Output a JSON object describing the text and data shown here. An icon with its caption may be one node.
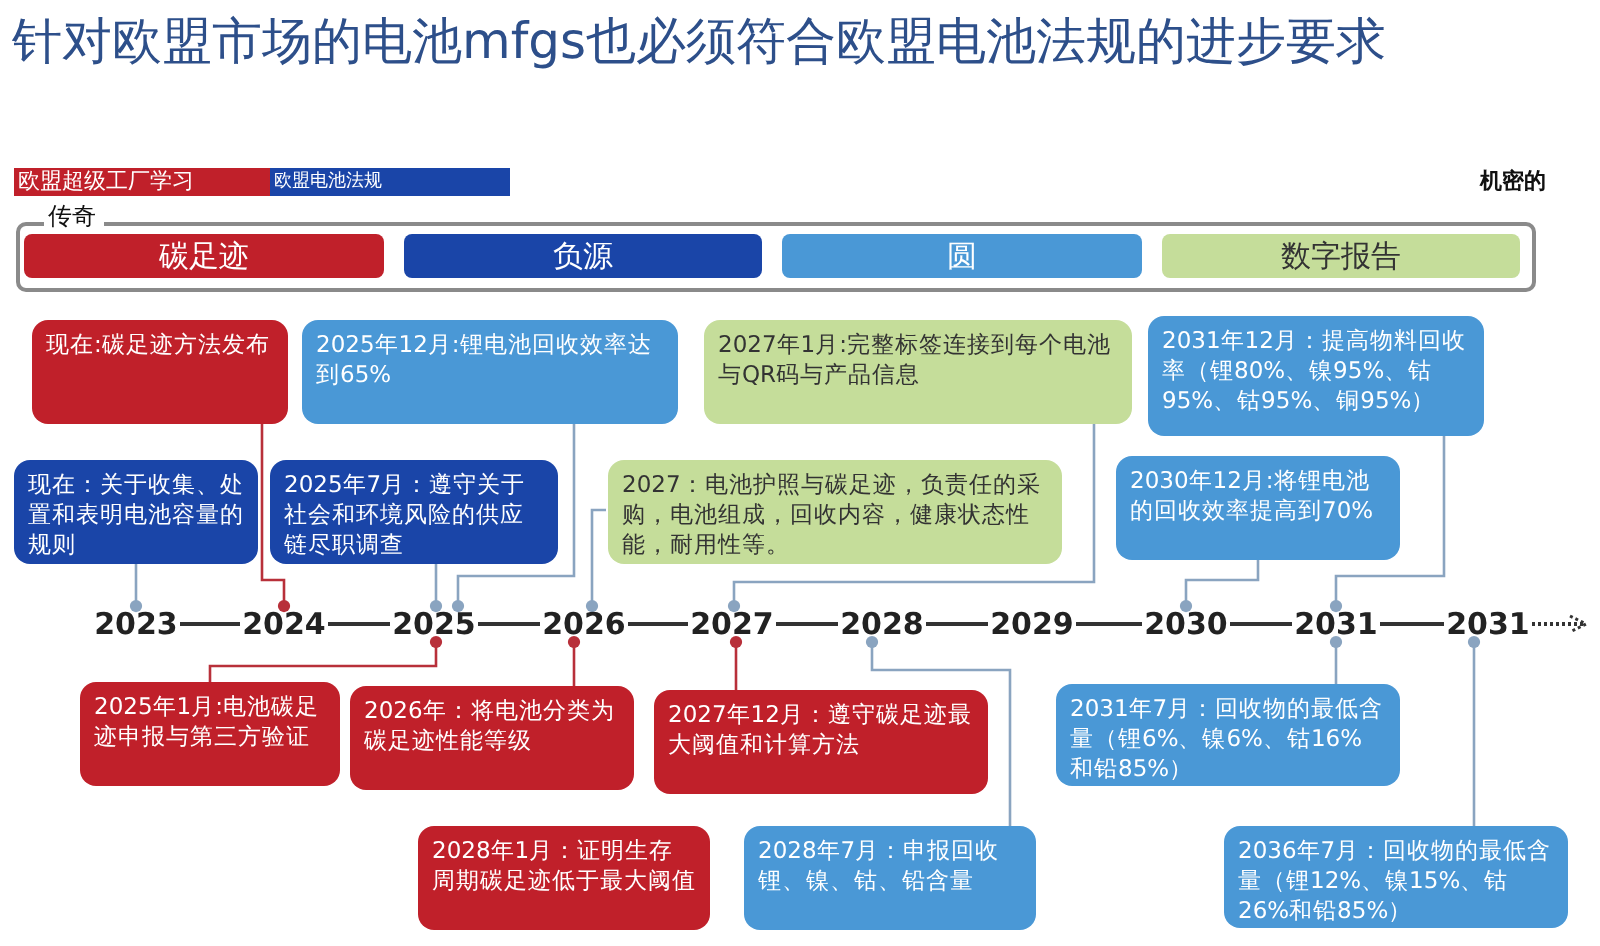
{
  "diagram": {
    "title": "针对欧盟市场的电池mfgs也必须符合欧盟电池法规的进步要求",
    "nodes": [
      {
        "text": [
          "现在:碳足迹方法发布"
        ]
      },
      {
        "text": [
          "2025年12月:锂电池回收效率达到65%"
        ]
      },
      {
        "text": [
          "2027年1月:完整标签连接到每个电池与QR码与产品信息"
        ]
      },
      {
        "text": [
          "2031年12月：提高物料回收率（锂80%、镍95%、钴95%、钴95%、铜95%）"
        ]
      },
      {
        "text": [
          "现在：关于收集、处置和表明电池容量的规则"
        ]
      },
      {
        "text": [
          "2025年7月：遵守关于社会和环境风险的供应链尽职调查"
        ]
      },
      {
        "text": [
          "2027：电池护照与碳足迹，负责任的采购，电池组成，回收内容，健康状态性能，耐用性等。"
        ]
      },
      {
        "text": [
          "2030年12月:将锂电池的回收效率提高到70%"
        ]
      },
      {
        "text": [
          "2025年1月:电池碳足迹申报与第三方验证"
        ]
      },
      {
        "text": [
          "2026年：将电池分类为碳足迹性能等级"
        ]
      },
      {
        "text": [
          "2027年12月：遵守碳足迹最大阈值和计算方法"
        ]
      },
      {
        "text": [
          "2028年1月：证明生存周期碳足迹低于最大阈值"
        ]
      },
      {
        "text": [
          "2028年7月：申报回收锂、镍、钴、铅含量"
        ]
      },
      {
        "text": [
          "2031年7月：回收物的最低含量（锂6%、镍6%、钴16%和铅85%）"
        ]
      },
      {
        "text": [
          "2036年7月：回收物的最低含量（锂12%、镍15%、钴26%和铅85%）"
        ]
      },
      {
        "text": [
          "2023"
        ]
      },
      {
        "text": [
          "2024"
        ]
      },
      {
        "text": [
          "2025"
        ]
      },
      {
        "text": [
          "2026"
        ]
      },
      {
        "text": [
          "2027"
        ]
      },
      {
        "text": [
          "2028"
        ]
      },
      {
        "text": [
          "2029"
        ]
      },
      {
        "text": [
          "2030"
        ]
      },
      {
        "text": [
          "2031"
        ]
      },
      {
        "text": [
          "2031"
        ]
      }
    ],
    "edges": [
      {
        "from": 0,
        "to": 16,
        "arrow": "other",
        "color": "#b8303a"
      },
      {
        "from": 1,
        "to": 17,
        "arrow": "other"
      },
      {
        "from": 2,
        "to": 19,
        "arrow": "other"
      },
      {
        "from": 3,
        "to": 23,
        "arrow": "other"
      },
      {
        "from": 4,
        "to": 15,
        "arrow": "other"
      },
      {
        "from": 5,
        "to": 17,
        "arrow": "other"
      },
      {
        "from": 6,
        "to": 18,
        "arrow": "other"
      },
      {
        "from": 7,
        "to": 22,
        "arrow": "other"
      },
      {
        "from": 8,
        "to": 17,
        "arrow": "other",
        "color": "#b8303a"
      },
      {
        "from": 9,
        "to": 18,
        "arrow": "other",
        "color": "#b8303a"
      },
      {
        "from": 10,
        "to": 19,
        "arrow": "other",
        "color": "#b8303a"
      },
      {
        "from": 12,
        "to": 20,
        "arrow": "other"
      },
      {
        "from": 13,
        "to": 23,
        "arrow": "other"
      },
      {
        "from": 14,
        "to": 24,
        "arrow": "other"
      },
      {
        "from": 15,
        "to": 16,
        "arrow": "none",
        "color": "#333333"
      },
      {
        "from": 16,
        "to": 17,
        "arrow": "none",
        "color": "#333333"
      },
      {
        "from": 17,
        "to": 18,
        "arrow": "none",
        "color": "#333333"
      },
      {
        "from": 18,
        "to": 19,
        "arrow": "none",
        "color": "#333333"
      },
      {
        "from": 19,
        "to": 20,
        "arrow": "none",
        "color": "#333333"
      },
      {
        "from": 20,
        "to": 21,
        "arrow": "none",
        "color": "#333333"
      },
      {
        "from": 21,
        "to": 22,
        "arrow": "none",
        "color": "#333333"
      },
      {
        "from": 22,
        "to": 23,
        "arrow": "none",
        "color": "#333333"
      },
      {
        "from": 23,
        "to": 24,
        "arrow": "none",
        "color": "#333333"
      },
      {
        "from": 24,
        "to": null,
        "arrow": "to",
        "style": "dashed",
        "color": "#333333"
      }
    ],
    "labels": [
      "欧盟超级工厂学习",
      "欧盟电池法规",
      "机密的",
      "传奇"
    ],
    "legend": [
      {
        "text": "碳足迹",
        "color": "#c0202a"
      },
      {
        "text": "负源",
        "color": "#1a45a8"
      },
      {
        "text": "圆",
        "color": "#4a98d6"
      },
      {
        "text": "数字报告",
        "color": "#c5dd9a"
      }
    ]
  }
}
